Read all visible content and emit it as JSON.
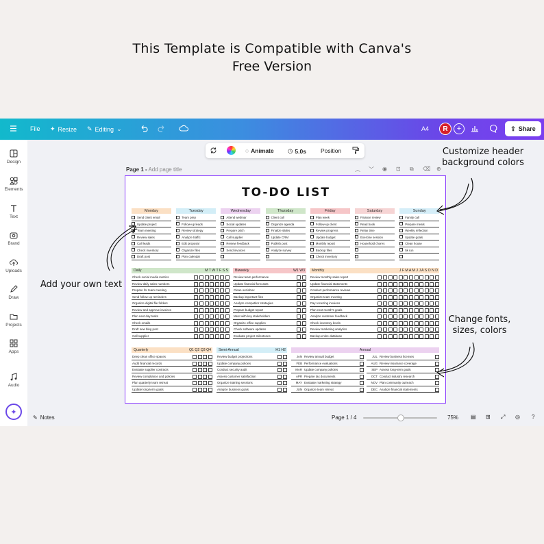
{
  "headline": {
    "line1": "This Template is Compatible with Canva's",
    "line2": "Free Version"
  },
  "topbar": {
    "file": "File",
    "resize": "Resize",
    "editing": "Editing",
    "size": "A4",
    "avatar": "R",
    "share": "Share"
  },
  "float_toolbar": {
    "animate": "Animate",
    "duration": "5.0s",
    "position": "Position"
  },
  "sidebar": {
    "items": [
      "Design",
      "Elements",
      "Text",
      "Brand",
      "Uploads",
      "Draw",
      "Projects",
      "Apps",
      "Audio"
    ]
  },
  "page_title": {
    "prefix": "Page 1 -",
    "placeholder": "Add page title"
  },
  "bottombar": {
    "notes": "Notes",
    "page": "Page 1 / 4",
    "zoom": "75%"
  },
  "annotations": {
    "header": "Customize header background colors",
    "text": "Add your own text",
    "fonts": "Change fonts, sizes, colors"
  },
  "sheet": {
    "title": "TO-DO LIST",
    "days": [
      {
        "name": "Monday",
        "color": "#fbe0c4",
        "items": [
          "Send client email",
          "Update project",
          "Team meeting",
          "Review sales",
          "Call leads",
          "Check inventory",
          "Draft post"
        ]
      },
      {
        "name": "Tuesday",
        "color": "#d3eef7",
        "items": [
          "Team prep",
          "Follow-up leads",
          "Review strategy",
          "Analyze traffic",
          "Edit proposal",
          "Organize files",
          "Plan calendar"
        ]
      },
      {
        "name": "Wednesday",
        "color": "#ecd2f0",
        "items": [
          "Attend webinar",
          "Social updates",
          "Prepare pitch",
          "Call supplier",
          "Review feedback",
          "Send invoices",
          ""
        ]
      },
      {
        "name": "Thursday",
        "color": "#cfe6c9",
        "items": [
          "Client call",
          "Organize agenda",
          "Finalize slides",
          "Update CRM",
          "Publish post",
          "Analyze survey",
          ""
        ]
      },
      {
        "name": "Friday",
        "color": "#f6c6c8",
        "items": [
          "Plan week",
          "Follow-up client",
          "Review progress",
          "Update budget",
          "Monthly report",
          "Backup files",
          "Check inventory"
        ]
      },
      {
        "name": "Saturday",
        "color": "#f6d4d4",
        "items": [
          "Finance review",
          "Read book",
          "Relax time",
          "Exercise session",
          "Household chores",
          "",
          ""
        ]
      },
      {
        "name": "Sunday",
        "color": "#d5eef8",
        "items": [
          "Family call",
          "Prepare meals",
          "Weekly reflection",
          "Update goals",
          "Clean house",
          "5k run",
          ""
        ]
      }
    ],
    "daily": {
      "label": "Daily",
      "color": "#cfe6c9",
      "cols": "M  T  W  T  F  S  S",
      "items": [
        "Check social media metrics",
        "Review daily sales numbers",
        "Prepare for team meeting",
        "Send follow-up reminders",
        "Organize digital file folders",
        "Review and approve invoices",
        "Plan next day tasks",
        "Check emails",
        "Draft new blog post",
        "Call supplier"
      ]
    },
    "biweekly": {
      "label": "Biweekly",
      "color": "#f6c6c8",
      "cols": "W1 W3",
      "items": [
        "Review team performance",
        "Update financial forecasts",
        "Clean out inbox",
        "Backup important files",
        "Analyze competitor strategies",
        "Prepare budget report",
        "Meet with key stakeholders",
        "Organize office supplies",
        "Check software updates",
        "Evaluate project milestones"
      ]
    },
    "monthly": {
      "label": "Monthly",
      "color": "#fbe0c4",
      "cols": "J  F  M  A  M  J  J  A  S  O  N  D",
      "items": [
        "Review monthly sales report",
        "Update financial statements",
        "Conduct performance reviews",
        "Organize team meeting",
        "Pay recurring invoices",
        "Plan next month's goals",
        "Analyze customer feedback",
        "Check inventory levels",
        "Review marketing analytics",
        "Backup entire database"
      ]
    },
    "quarterly": {
      "label": "Quarterly",
      "color": "#fbe0c4",
      "cols": "Q1 Q2 Q3 Q4",
      "items": [
        "Deep clean office spaces",
        "Audit financial records",
        "Evaluate supplier contracts",
        "Review compliance and policies",
        "Plan quarterly team retreat",
        "Update long-term goals"
      ]
    },
    "semiannual": {
      "label": "Semi-Annual",
      "color": "#d3eef7",
      "cols": "H1 H2",
      "items": [
        "Review budget projections",
        "Update company policies",
        "Conduct security audit",
        "Assess customer satisfaction",
        "Organize training sessions",
        "Analyze business goals"
      ]
    },
    "annual": {
      "label": "Annual",
      "color": "#ecd2f0",
      "left": [
        [
          "JAN",
          "Review annual budget"
        ],
        [
          "FEB",
          "Performance evaluations"
        ],
        [
          "MAR",
          "Update company policies"
        ],
        [
          "APR",
          "Prepare tax documents"
        ],
        [
          "MAY",
          "Evaluate marketing strategy"
        ],
        [
          "JUN",
          "Organize team retreat"
        ]
      ],
      "right": [
        [
          "JUL",
          "Review business licenses"
        ],
        [
          "AUG",
          "Review insurance coverage"
        ],
        [
          "SEP",
          "Assess long-term goals"
        ],
        [
          "OCT",
          "Conduct industry research"
        ],
        [
          "NOV",
          "Plan community outreach"
        ],
        [
          "DEC",
          "Analyze financial statements"
        ]
      ]
    }
  }
}
